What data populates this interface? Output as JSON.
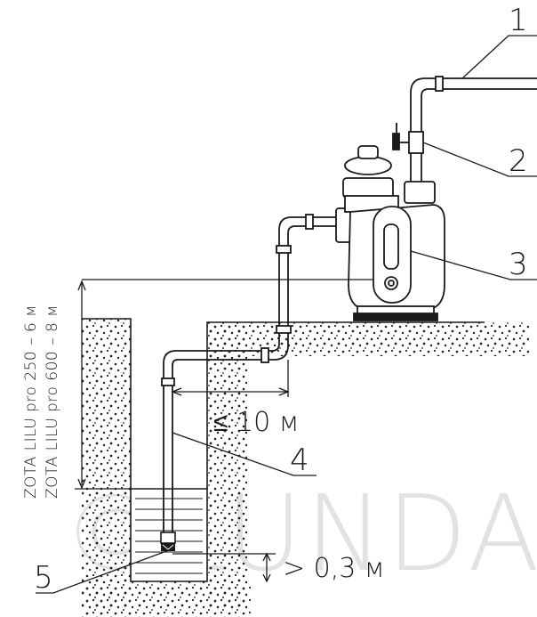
{
  "callouts": [
    "1",
    "2",
    "3",
    "4",
    "5"
  ],
  "dimensions": {
    "max_horizontal": "≤ 10 м",
    "min_above_bottom": "> 0,3 м"
  },
  "models": {
    "line1": "ZOTA LILU pro 250 – 6 м",
    "line2": "ZOTA LILU pro 600 – 8 м"
  },
  "watermark": "©LUNDA",
  "colors": {
    "line": "#1a1a1a",
    "watermark": "#e2e2e2",
    "background": "#ffffff"
  }
}
